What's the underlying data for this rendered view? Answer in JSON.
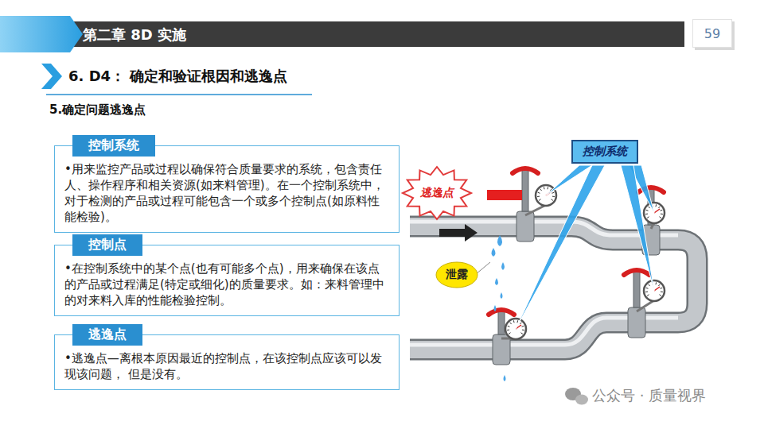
{
  "diagram": {
    "title": "6. D4： 确定和验证根因和逃逸点",
    "nodes": [
      {
        "text": [
          "第二章 8D 实施"
        ]
      },
      {
        "text": [
          "59"
        ]
      },
      {
        "text": [
          "控制系统",
          "•用来监控产品或过程以确保符合质量要求的系统，包含责任人、操作程序和相关资源(如来料管理)。在一个控制系统中，对于检测的产品或过程可能包含一个或多个控制点(如原料性能检验)。"
        ]
      },
      {
        "text": [
          "控制点",
          "•在控制系统中的某个点(也有可能多个点)，用来确保在该点的产品或过程满足(特定或细化)的质量要求。如：来料管理中的对来料入库的性能检验控制。"
        ]
      },
      {
        "text": [
          "逃逸点",
          "•逃逸点—离根本原因最近的控制点，在该控制点应该可以发现该问题， 但是没有。"
        ]
      },
      {
        "text": [
          "控制系统"
        ]
      },
      {
        "text": [
          "逃逸点"
        ]
      },
      {
        "text": [
          "泄露"
        ]
      }
    ],
    "labels": [
      "5.确定问题逃逸点",
      "公众号 · 质量视界"
    ]
  }
}
